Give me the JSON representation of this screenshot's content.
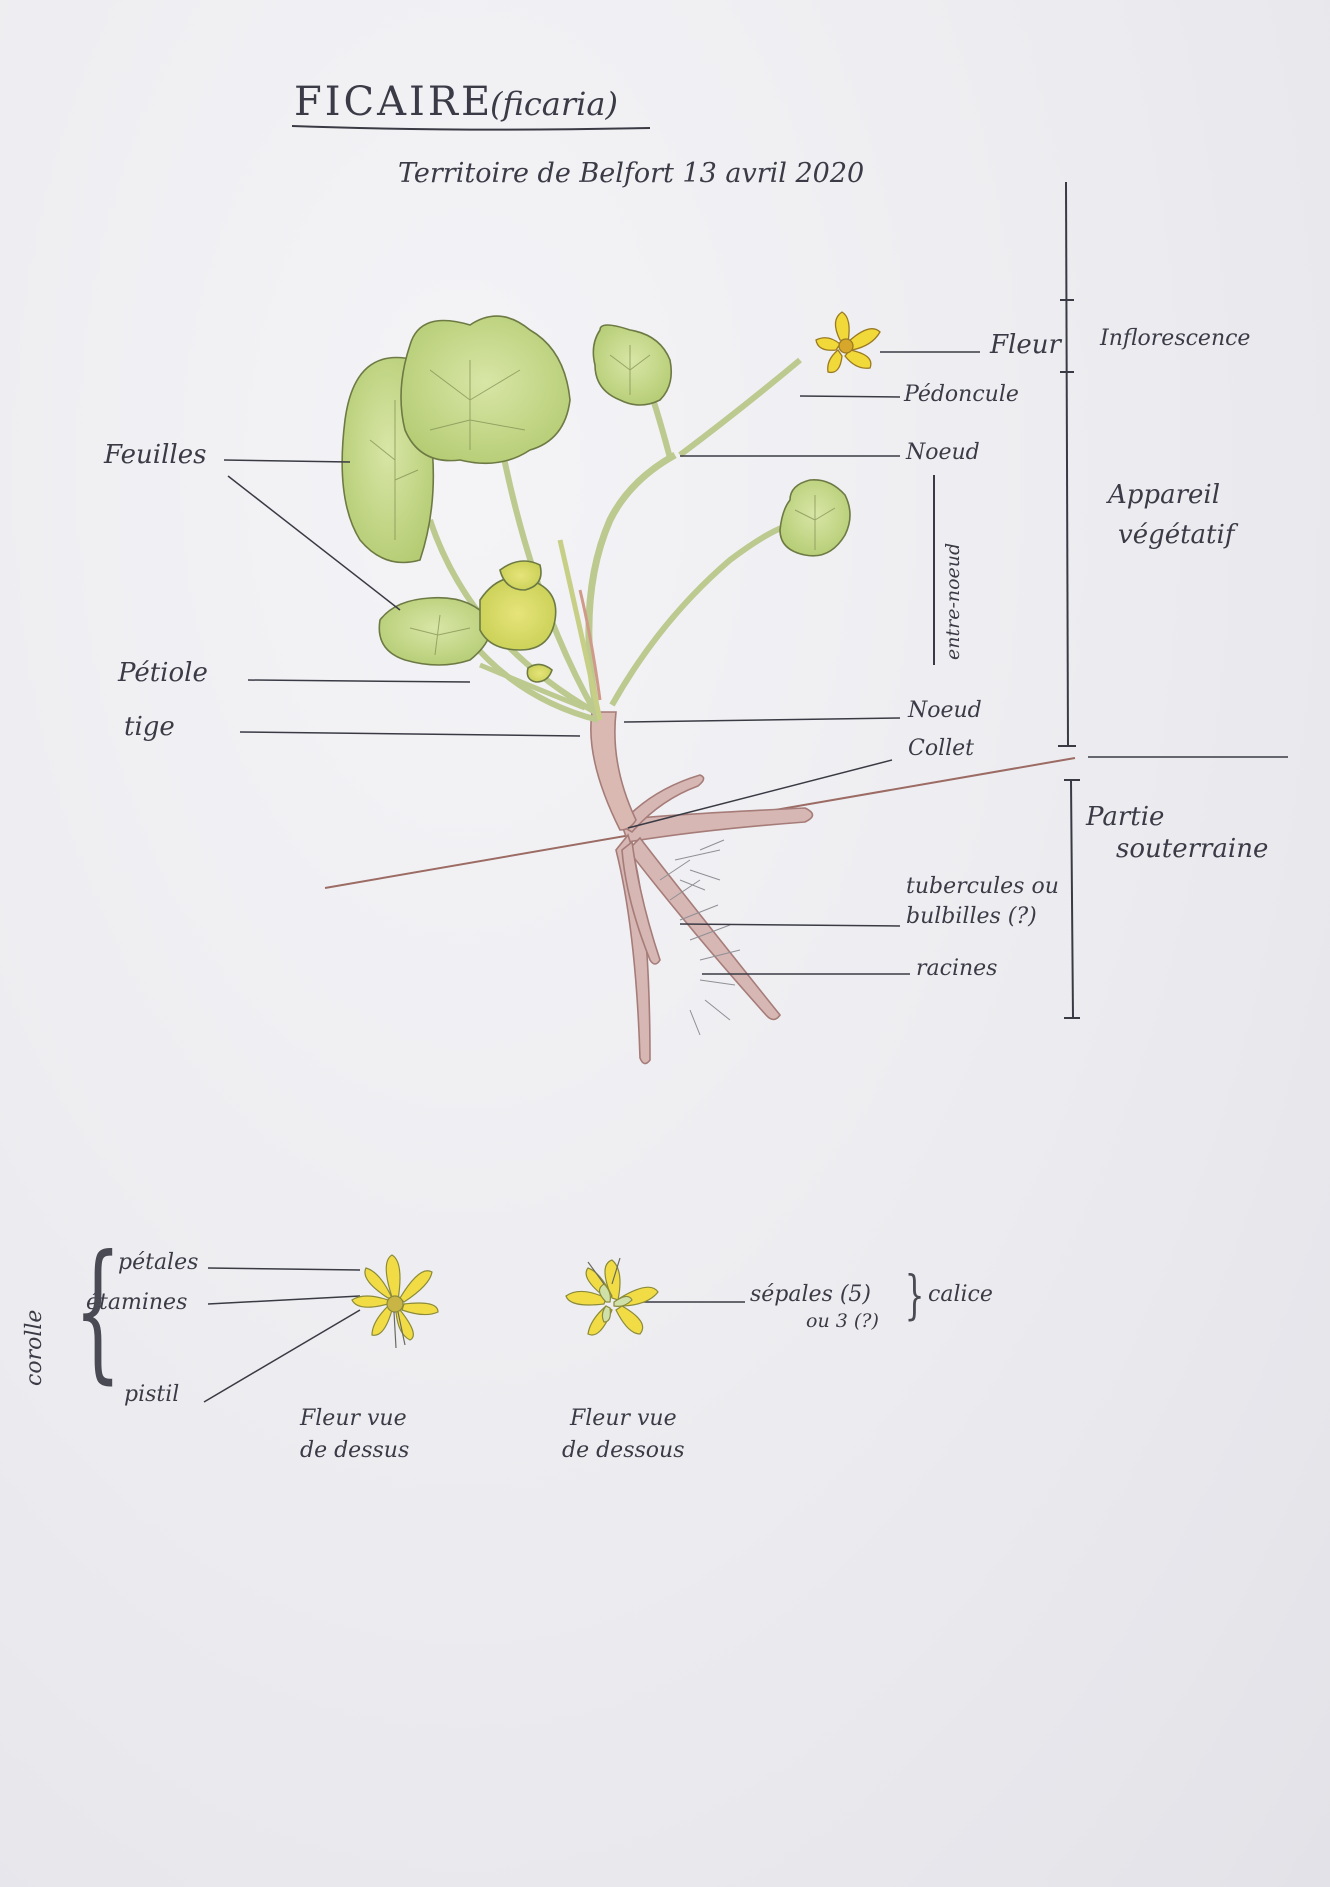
{
  "title": {
    "main": "FICAIRE",
    "sub": "(ficaria)"
  },
  "date_line": "Territoire de Belfort 13 avril 2020",
  "labels": {
    "fleur": "Fleur",
    "pedoncule": "Pédoncule",
    "noeud_top": "Noeud",
    "entre_noeud": "entre-noeud",
    "noeud_bottom": "Noeud",
    "collet": "Collet",
    "feuilles": "Feuilles",
    "petiole": "Pétiole",
    "tige": "tige",
    "tubercules": [
      "tubercules ou",
      "bulbilles (?)"
    ],
    "racines": "racines"
  },
  "sections": {
    "inflorescence": "Inflorescence",
    "appareil": [
      "Appareil",
      "végétatif"
    ],
    "souterraine": [
      "Partie",
      "souterraine"
    ]
  },
  "flower_top": {
    "petales": "pétales",
    "etamines": "étamines",
    "pistil": "pistil",
    "corolle": "corolle",
    "caption": [
      "Fleur vue",
      "de dessus"
    ]
  },
  "flower_bottom": {
    "sepales": "sépales (5)",
    "sepales_alt": "ou 3 (?)",
    "calice": "calice",
    "caption": [
      "Fleur vue",
      "de dessous"
    ]
  },
  "colors": {
    "leaf_fill": "#c9dc92",
    "leaf_dark": "#a9c06a",
    "leaf_yellow": "#dcdf6a",
    "petal": "#f2d93a",
    "stem": "#b9c58e",
    "root": "#b98a86",
    "ink": "#3a3a44"
  }
}
